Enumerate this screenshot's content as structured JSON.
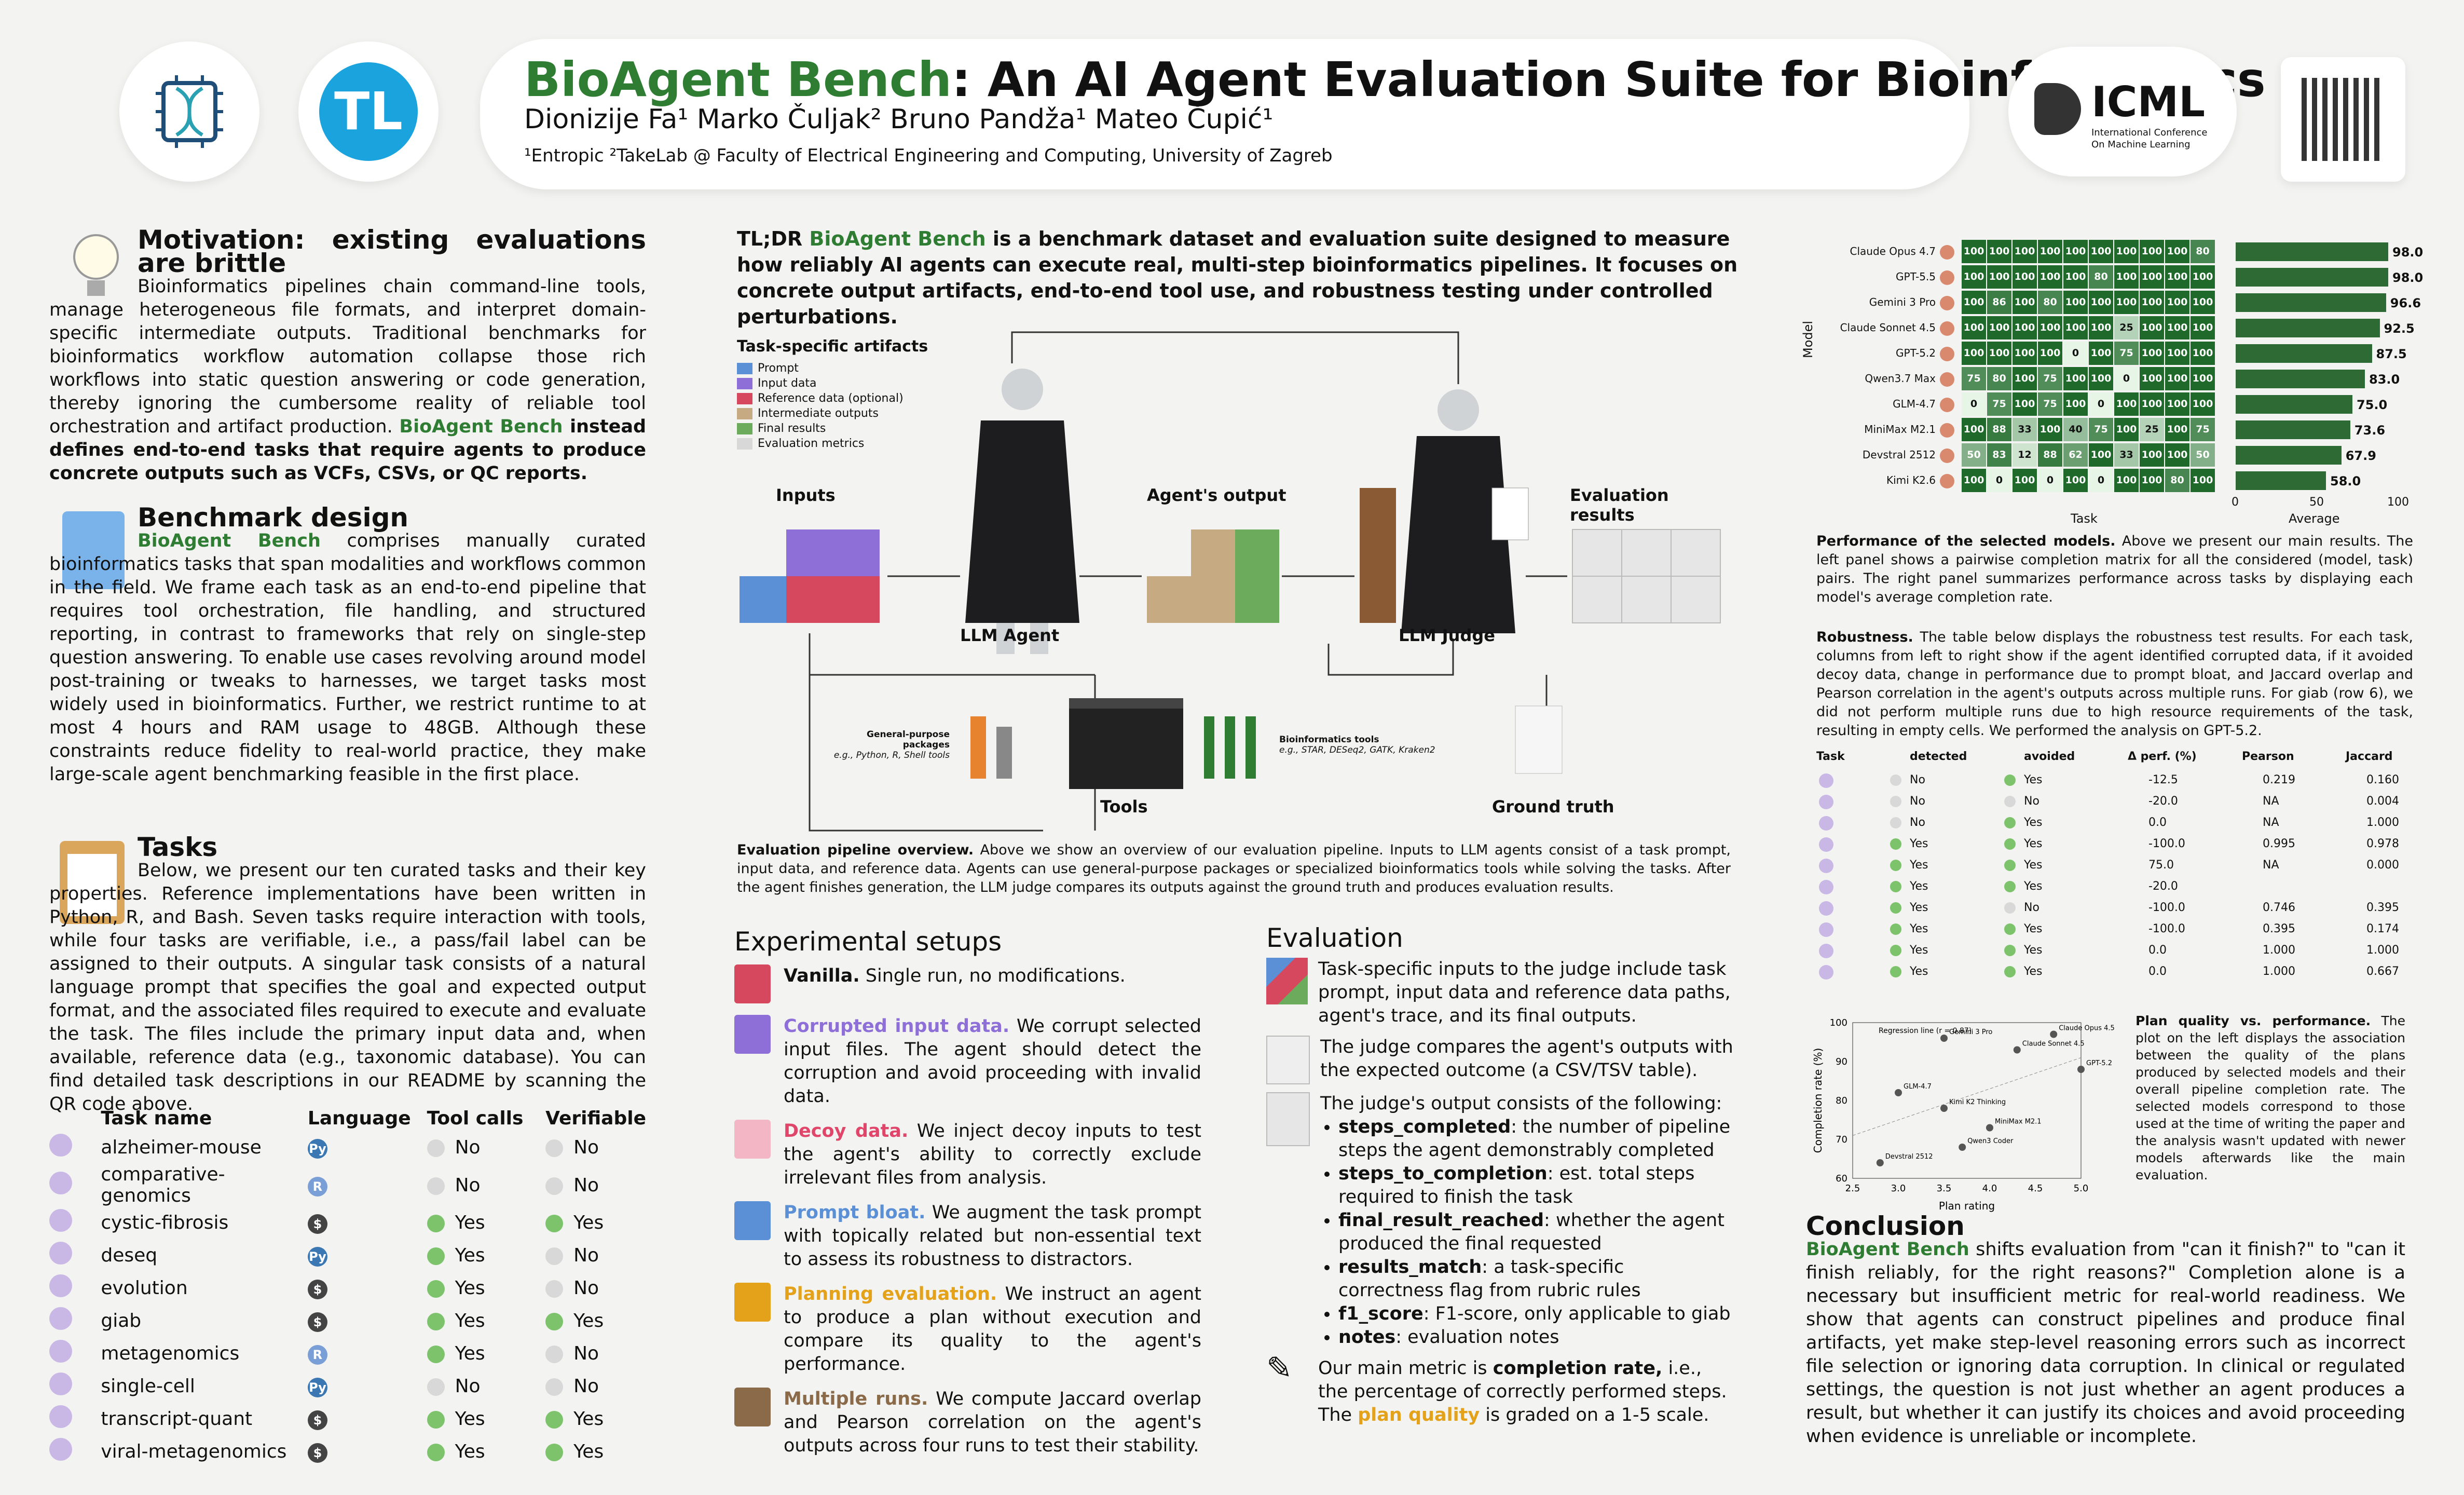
{
  "header": {
    "title_highlight": "BioAgent Bench",
    "title_rest": ": An AI Agent Evaluation Suite for Bioinformatics",
    "authors": "Dionizije Fa¹   Marko Čuljak²   Bruno Pandža¹   Mateo Čupić¹",
    "affiliations": "¹Entropic   ²TakeLab @ Faculty of Electrical Engineering and Computing, University of Zagreb",
    "left_logo_text": "TL",
    "icml": "ICML",
    "icml_sub1": "International Conference",
    "icml_sub2": "On Machine Learning"
  },
  "motivation": {
    "title": "Motivation: existing evaluations are brittle",
    "p1": "Bioinformatics pipelines chain command-line tools, manage heterogeneous file formats, and interpret domain-specific intermediate outputs. Traditional benchmarks for bioinformatics workflow automation collapse those rich workflows into static question answering or code generation, thereby ignoring the cumbersome reality of reliable tool orchestration and artifact production.",
    "p2_hl": "BioAgent Bench",
    "p2": " instead defines end-to-end tasks that require agents to produce concrete outputs such as VCFs, CSVs, or QC reports."
  },
  "design": {
    "title": "Benchmark design",
    "hl": "BioAgent Bench",
    "text": " comprises manually curated bioinformatics tasks that span modalities and workflows common in the field. We frame each task as an end-to-end pipeline that requires tool orchestration, file handling, and structured reporting, in contrast to frameworks that rely on single-step question answering. To enable use cases revolving around model post-training or tweaks to harnesses, we target tasks most widely used in bioinformatics. Further, we restrict runtime to at most 4 hours and RAM usage to 48GB. Although these constraints reduce fidelity to real-world practice, they make large-scale agent benchmarking feasible in the first place."
  },
  "tasks": {
    "title": "Tasks",
    "text": "Below, we present our ten curated tasks and their key properties. Reference implementations have been written in Python, R, and Bash. Seven tasks require interaction with tools, while four tasks are verifiable, i.e., a pass/fail label can be assigned to their outputs. A singular task consists of a natural language prompt that specifies the goal and expected output format, and the associated files required to execute and evaluate the task. The files include the primary input data and, when available, reference data (e.g., taxonomic database). You can find detailed task descriptions in our README by scanning the QR code above.",
    "headers": [
      "Task name",
      "Language",
      "Tool calls",
      "Verifiable"
    ],
    "rows": [
      {
        "name": "alzheimer-mouse",
        "lang": "Py",
        "tools": "No",
        "verif": "No"
      },
      {
        "name": "comparative-genomics",
        "lang": "R",
        "tools": "No",
        "verif": "No"
      },
      {
        "name": "cystic-fibrosis",
        "lang": "Sh",
        "tools": "Yes",
        "verif": "Yes"
      },
      {
        "name": "deseq",
        "lang": "Py",
        "tools": "Yes",
        "verif": "No"
      },
      {
        "name": "evolution",
        "lang": "Sh",
        "tools": "Yes",
        "verif": "No"
      },
      {
        "name": "giab",
        "lang": "Sh",
        "tools": "Yes",
        "verif": "Yes"
      },
      {
        "name": "metagenomics",
        "lang": "R",
        "tools": "Yes",
        "verif": "No"
      },
      {
        "name": "single-cell",
        "lang": "Py",
        "tools": "No",
        "verif": "No"
      },
      {
        "name": "transcript-quant",
        "lang": "Sh",
        "tools": "Yes",
        "verif": "Yes"
      },
      {
        "name": "viral-metagenomics",
        "lang": "Sh",
        "tools": "Yes",
        "verif": "Yes"
      }
    ]
  },
  "tldr": {
    "pre": "TL;DR ",
    "hl": "BioAgent Bench",
    "text": " is a benchmark dataset and evaluation suite designed to measure how reliably AI agents can execute real, multi-step bioinformatics pipelines. It focuses on concrete output artifacts, end-to-end tool use, and robustness testing under controlled perturbations."
  },
  "pipeline": {
    "artifacts_title": "Task-specific artifacts",
    "legend": [
      "Prompt",
      "Input data",
      "Reference data (optional)",
      "Intermediate outputs",
      "Final results",
      "Evaluation metrics"
    ],
    "legend_colors": [
      "#5b8fd6",
      "#8e6fd8",
      "#d6485e",
      "#c6ab82",
      "#6dab5c",
      "#d8d8d8"
    ],
    "inputs": "Inputs",
    "agent": "LLM Agent",
    "agent_output": "Agent's output",
    "judge": "LLM Judge",
    "eval_results": "Evaluation results",
    "tools": "Tools",
    "ground_truth": "Ground truth",
    "gp_packages": "General-purpose packages",
    "gp_examples": "e.g., Python, R, Shell tools",
    "bio_tools": "Bioinformatics tools",
    "bio_examples": "e.g., STAR, DESeq2, GATK, Kraken2",
    "caption_bold": "Evaluation pipeline overview.",
    "caption": " Above we show an overview of our evaluation pipeline. Inputs to LLM agents consist of a task prompt, input data, and reference data. Agents can use general-purpose packages or specialized bioinformatics tools while solving the tasks. After the agent finishes generation, the LLM judge compares its outputs against the ground truth and produces evaluation results."
  },
  "setups": {
    "title": "Experimental setups",
    "items": [
      {
        "label": "Vanilla.",
        "text": " Single run, no modifications.",
        "color": "#111"
      },
      {
        "label": "Corrupted input data.",
        "text": " We corrupt selected input files. The agent should detect the corruption and avoid proceeding with invalid data.",
        "color": "#8e6fd8"
      },
      {
        "label": "Decoy data.",
        "text": " We inject decoy inputs to test the agent's ability to correctly exclude irrelevant files from analysis.",
        "color": "#e0456a"
      },
      {
        "label": "Prompt bloat.",
        "text": " We augment the task prompt with topically related but non-essential text to assess its robustness to distractors.",
        "color": "#5b8fd6"
      },
      {
        "label": "Planning evaluation.",
        "text": " We instruct an agent to produce a plan without execution and compare its quality to the agent's performance.",
        "color": "#e3a21a"
      },
      {
        "label": "Multiple runs.",
        "text": " We compute Jaccard overlap and Pearson correlation on the agent's outputs across four runs to test their stability.",
        "color": "#8a6a48"
      }
    ]
  },
  "evaluation": {
    "title": "Evaluation",
    "p1": "Task-specific inputs to the judge include task prompt, input data and reference data paths, agent's trace, and its final outputs.",
    "p2": "The judge compares the agent's outputs with the expected outcome (a CSV/TSV table).",
    "p3": "The judge's output consists of the following:",
    "bullets": [
      {
        "k": "steps_completed",
        "v": ": the number of pipeline steps the agent demonstrably completed"
      },
      {
        "k": "steps_to_completion",
        "v": ": est. total steps required to finish the task"
      },
      {
        "k": "final_result_reached",
        "v": ": whether the agent produced the final requested"
      },
      {
        "k": "results_match",
        "v": ": a task-specific correctness flag from rubric rules"
      },
      {
        "k": "f1_score",
        "v": ": F1-score, only applicable to giab"
      },
      {
        "k": "notes",
        "v": ": evaluation notes"
      }
    ],
    "p4a": "Our main metric is ",
    "p4b": "completion rate,",
    "p4c": " i.e., the percentage of correctly performed steps. The ",
    "p4d": "plan quality",
    "p4e": " is graded on a 1-5 scale."
  },
  "chart_data": [
    {
      "type": "heatmap",
      "title": "",
      "xlabel": "Task",
      "ylabel": "Model",
      "models": [
        "Claude Opus 4.7",
        "GPT-5.5",
        "Gemini 3 Pro",
        "Claude Sonnet 4.5",
        "GPT-5.2",
        "Qwen3.7 Max",
        "GLM-4.7",
        "MiniMax M2.1",
        "Devstral 2512",
        "Kimi K2.6"
      ],
      "values": [
        [
          100,
          100,
          100,
          100,
          100,
          100,
          100,
          100,
          100,
          80
        ],
        [
          100,
          100,
          100,
          100,
          100,
          80,
          100,
          100,
          100,
          100
        ],
        [
          100,
          86,
          100,
          80,
          100,
          100,
          100,
          100,
          100,
          100
        ],
        [
          100,
          100,
          100,
          100,
          100,
          100,
          25,
          100,
          100,
          100
        ],
        [
          100,
          100,
          100,
          100,
          0,
          100,
          75,
          100,
          100,
          100
        ],
        [
          75,
          80,
          100,
          75,
          100,
          100,
          0,
          100,
          100,
          100
        ],
        [
          0,
          75,
          100,
          75,
          100,
          0,
          100,
          100,
          100,
          100
        ],
        [
          100,
          88,
          33,
          100,
          40,
          75,
          100,
          25,
          100,
          75
        ],
        [
          50,
          83,
          12,
          88,
          62,
          100,
          33,
          100,
          100,
          50
        ],
        [
          100,
          0,
          100,
          0,
          100,
          0,
          100,
          100,
          80,
          100
        ]
      ]
    },
    {
      "type": "bar",
      "title": "",
      "xlabel": "Average",
      "categories": [
        "Claude Opus 4.7",
        "GPT-5.5",
        "Gemini 3 Pro",
        "Claude Sonnet 4.5",
        "GPT-5.2",
        "Qwen3.7 Max",
        "GLM-4.7",
        "MiniMax M2.1",
        "Devstral 2512",
        "Kimi K2.6"
      ],
      "values": [
        98.0,
        98.0,
        96.6,
        92.5,
        87.5,
        83.0,
        75.0,
        73.6,
        67.9,
        58.0
      ],
      "xlim": [
        0,
        100
      ],
      "xticks": [
        0,
        50,
        100
      ]
    },
    {
      "type": "scatter",
      "title": "",
      "xlabel": "Plan rating",
      "ylabel": "Completion rate (%)",
      "xlim": [
        2.5,
        5.0
      ],
      "ylim": [
        60,
        100
      ],
      "legend": "Regression line (r = 0.87)",
      "points": [
        {
          "label": "Claude Opus 4.5",
          "x": 4.7,
          "y": 97
        },
        {
          "label": "Gemini 3 Pro",
          "x": 3.5,
          "y": 96
        },
        {
          "label": "Claude Sonnet 4.5",
          "x": 4.3,
          "y": 93
        },
        {
          "label": "GPT-5.2",
          "x": 5.0,
          "y": 88
        },
        {
          "label": "GLM-4.7",
          "x": 3.0,
          "y": 82
        },
        {
          "label": "Kimi K2 Thinking",
          "x": 3.5,
          "y": 78
        },
        {
          "label": "MiniMax M2.1",
          "x": 4.0,
          "y": 73
        },
        {
          "label": "Qwen3 Coder",
          "x": 3.7,
          "y": 68
        },
        {
          "label": "Devstral 2512",
          "x": 2.8,
          "y": 64
        }
      ]
    }
  ],
  "heatmap_caption": {
    "bold": "Performance of the selected models.",
    "text": " Above we present our main results. The left panel shows a pairwise completion matrix for all the considered (model, task) pairs. The right panel summarizes performance across tasks by displaying each model's average completion rate."
  },
  "robustness": {
    "bold": "Robustness.",
    "text": " The table below displays the robustness test results. For each task, columns from left to right show if the agent identified corrupted data, if it avoided decoy data, change in performance due to prompt bloat, and Jaccard overlap and Pearson correlation in the agent's outputs across multiple runs. For giab (row 6), we did not perform multiple runs due to high resource requirements of the task, resulting in empty cells. We performed the analysis on GPT-5.2.",
    "headers": [
      "Task",
      "detected",
      "avoided",
      "Δ perf. (%)",
      "Pearson",
      "Jaccard"
    ],
    "rows": [
      [
        "No",
        "Yes",
        "-12.5",
        "0.219",
        "0.160"
      ],
      [
        "No",
        "No",
        "-20.0",
        "NA",
        "0.004"
      ],
      [
        "No",
        "Yes",
        "0.0",
        "NA",
        "1.000"
      ],
      [
        "Yes",
        "Yes",
        "-100.0",
        "0.995",
        "0.978"
      ],
      [
        "Yes",
        "Yes",
        "75.0",
        "NA",
        "0.000"
      ],
      [
        "Yes",
        "Yes",
        "-20.0",
        "",
        ""
      ],
      [
        "Yes",
        "No",
        "-100.0",
        "0.746",
        "0.395"
      ],
      [
        "Yes",
        "Yes",
        "-100.0",
        "0.395",
        "0.174"
      ],
      [
        "Yes",
        "Yes",
        "0.0",
        "1.000",
        "1.000"
      ],
      [
        "Yes",
        "Yes",
        "0.0",
        "1.000",
        "0.667"
      ]
    ]
  },
  "planq": {
    "bold": "Plan quality vs. performance.",
    "text": " The plot on the left displays the association between the quality of the plans produced by selected models and their overall pipeline completion rate. The selected models correspond to those used at the time of writing the paper and the analysis wasn't updated with newer models afterwards like the main evaluation."
  },
  "conclusion": {
    "title": "Conclusion",
    "hl": "BioAgent Bench",
    "text": " shifts evaluation from \"can it finish?\" to \"can it finish reliably, for the right reasons?\" Completion alone is a necessary but insufficient metric for real-world readiness. We show that agents can construct pipelines and produce final artifacts, yet make step-level reasoning errors such as incorrect file selection or ignoring data corruption. In clinical or regulated settings, the question is not just whether an agent produces a result, but whether it can justify its choices and avoid proceeding when evidence is unreliable or incomplete."
  },
  "colors": {
    "green": "#2e7d32",
    "heat_dark": "#1f6a2a",
    "heat_light": "#bfe0b5"
  }
}
